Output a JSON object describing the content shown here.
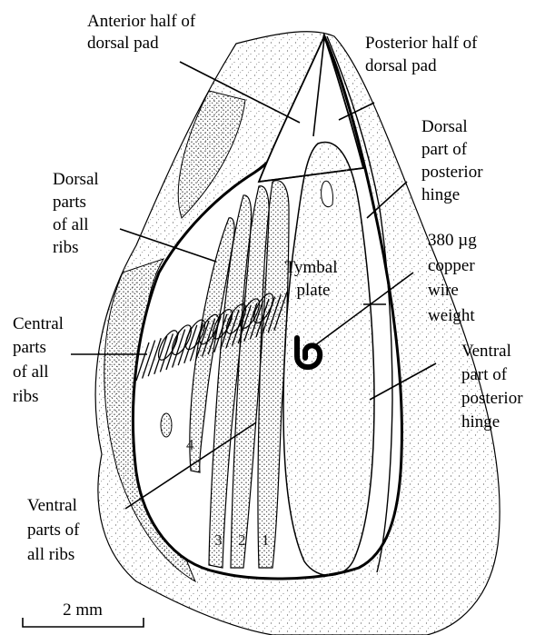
{
  "labels": {
    "anterior_half": [
      "Anterior half of",
      "dorsal pad"
    ],
    "posterior_half": [
      "Posterior half of",
      "dorsal pad"
    ],
    "dorsal_part_hinge": [
      "Dorsal",
      "part of",
      "posterior",
      "hinge"
    ],
    "dorsal_parts_ribs": [
      "Dorsal",
      "parts",
      "of all",
      "ribs"
    ],
    "weight": [
      "380 µg",
      "copper",
      "wire",
      "weight"
    ],
    "tymbal_plate": [
      "Tymbal",
      "plate"
    ],
    "central_parts_ribs": [
      "Central",
      "parts",
      "of all",
      "ribs"
    ],
    "ventral_part_hinge": [
      "Ventral",
      "part of",
      "posterior",
      "hinge"
    ],
    "ventral_parts_ribs": [
      "Ventral",
      "parts of",
      "all ribs"
    ]
  },
  "rib_numbers": [
    "4",
    "3",
    "2",
    "1"
  ],
  "scale_bar": {
    "label": "2 mm"
  }
}
